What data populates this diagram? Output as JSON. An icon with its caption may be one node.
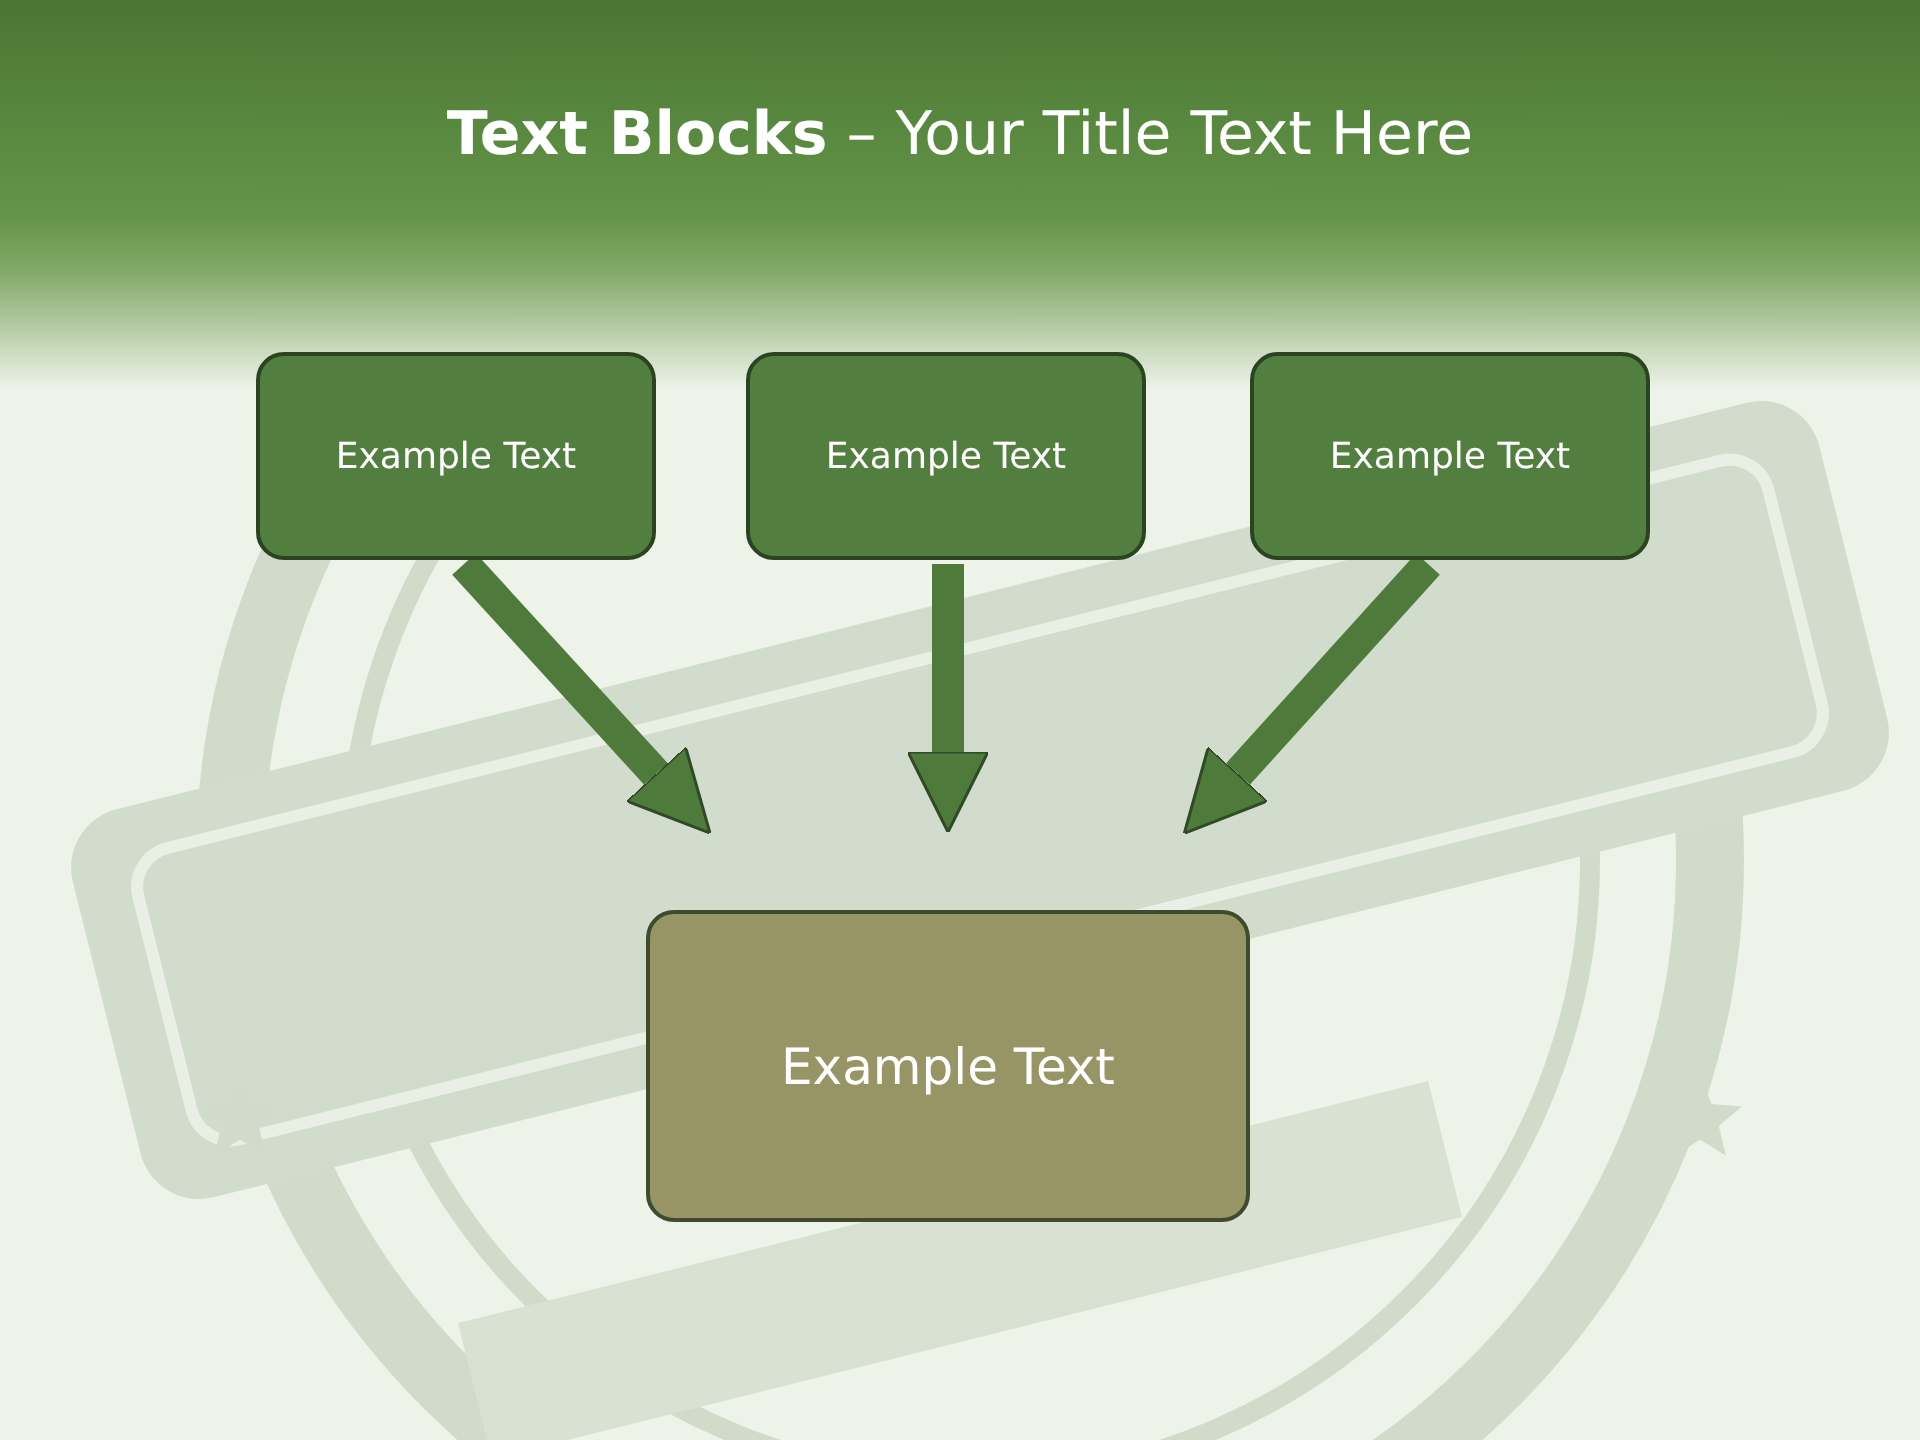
{
  "diagram": {
    "title": "**Text Blocks** – Your Title Text Here",
    "nodes": [
      {
        "text": [
          "Example Text"
        ]
      },
      {
        "text": [
          "Example Text"
        ]
      },
      {
        "text": [
          "Example Text"
        ]
      },
      {
        "text": [
          "Example Text"
        ]
      }
    ],
    "edges": [
      {
        "from": 0,
        "to": 3,
        "arrow": "to"
      },
      {
        "from": 1,
        "to": 3,
        "arrow": "to"
      },
      {
        "from": 2,
        "to": 3,
        "arrow": "to"
      }
    ]
  }
}
